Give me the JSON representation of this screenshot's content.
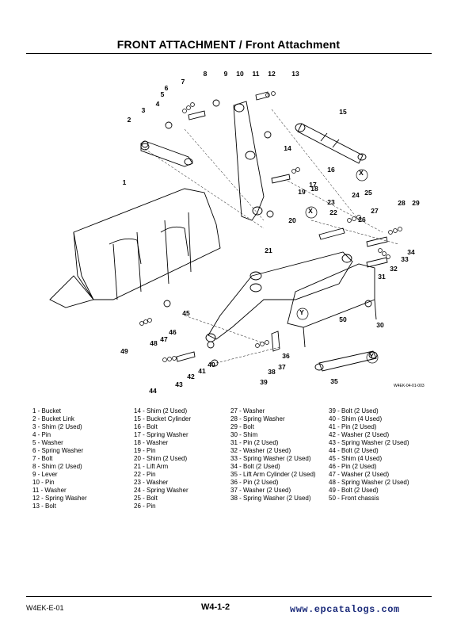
{
  "header": {
    "title": "FRONT ATTACHMENT / Front Attachment"
  },
  "figure": {
    "code": "W4EK-04-01-003",
    "callouts": [
      "1",
      "2",
      "3",
      "4",
      "5",
      "6",
      "7",
      "8",
      "9",
      "10",
      "11",
      "12",
      "13",
      "14",
      "15",
      "16",
      "17",
      "18",
      "19",
      "20",
      "21",
      "22",
      "23",
      "24",
      "25",
      "26",
      "27",
      "28",
      "29",
      "30",
      "31",
      "32",
      "33",
      "34",
      "35",
      "36",
      "37",
      "38",
      "39",
      "40",
      "41",
      "42",
      "43",
      "44",
      "45",
      "46",
      "47",
      "48",
      "49",
      "50",
      "X",
      "X",
      "Y",
      "Y"
    ]
  },
  "legend": {
    "columns": [
      [
        "1 -    Bucket",
        "2 -    Bucket Link",
        "3 -    Shim (2 Used)",
        "4 -    Pin",
        "5 -    Washer",
        "6 -    Spring Washer",
        "7 -    Bolt",
        "8 -    Shim (2 Used)",
        "9 -    Lever",
        "10 - Pin",
        "11 - Washer",
        "12 - Spring Washer",
        "13 - Bolt"
      ],
      [
        "14 - Shim (2 Used)",
        "15 - Bucket Cylinder",
        "16 - Bolt",
        "17 - Spring Washer",
        "18 - Washer",
        "19 - Pin",
        "20 - Shim (2 Used)",
        "21 - Lift Arm",
        "22 - Pin",
        "23 - Washer",
        "24 - Spring Washer",
        "25 - Bolt",
        "26 - Pin"
      ],
      [
        "27 - Washer",
        "28 - Spring Washer",
        "29 - Bolt",
        "30 - Shim",
        "31 - Pin (2 Used)",
        "32 - Washer (2 Used)",
        "33 - Spring Washer (2 Used)",
        "34 - Bolt (2 Used)",
        "35 - Lift Arm Cylinder (2 Used)",
        "36 - Pin (2 Used)",
        "37 - Washer (2 Used)",
        "38 - Spring Washer (2 Used)"
      ],
      [
        "39 - Bolt (2 Used)",
        "40 - Shim (4 Used)",
        "41 - Pin (2 Used)",
        "42 - Washer (2 Used)",
        "43 - Spring Washer (2 Used)",
        "44 - Bolt (2 Used)",
        "45 - Shim (4 Used)",
        "46 - Pin (2 Used)",
        "47 - Washer (2 Used)",
        "48 - Spring Washer (2 Used)",
        "49 - Bolt (2 Used)",
        "50 - Front chassis"
      ]
    ]
  },
  "footer": {
    "doc_code": "W4EK-E-01",
    "page_number": "W4-1-2",
    "url": "www.epcatalogs.com"
  }
}
